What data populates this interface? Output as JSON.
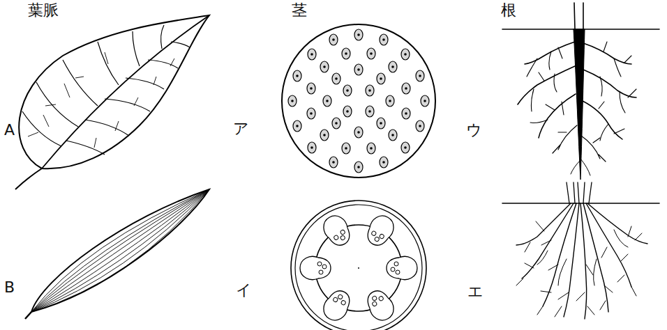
{
  "diagram": {
    "labels": [
      "葉脈",
      "茎",
      "根",
      "A",
      "B",
      "ア",
      "イ",
      "ウ",
      "エ"
    ]
  }
}
